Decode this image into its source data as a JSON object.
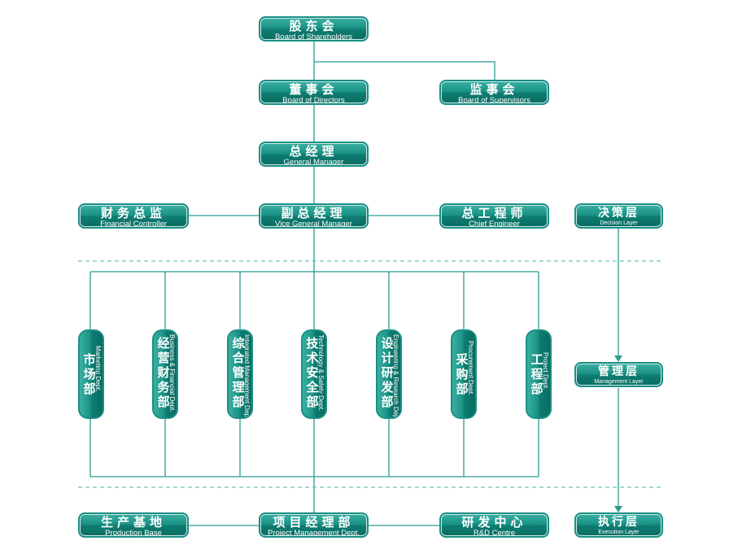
{
  "nodes": {
    "shareholders": {
      "cn": "股东会",
      "en": "Board of Shareholders"
    },
    "directors": {
      "cn": "董事会",
      "en": "Board of Directors"
    },
    "supervisors": {
      "cn": "监事会",
      "en": "Board of  Supervisors"
    },
    "gm": {
      "cn": "总经理",
      "en": "General Manager"
    },
    "fc": {
      "cn": "财务总监",
      "en": "Financial Controller"
    },
    "vgm": {
      "cn": "副总经理",
      "en": "Vice General Manager"
    },
    "ce": {
      "cn": "总工程师",
      "en": "Chief Engineer"
    },
    "production": {
      "cn": "生产基地",
      "en": "Production Base"
    },
    "pmd": {
      "cn": "项目经理部",
      "en": "Project Management Dept."
    },
    "rd": {
      "cn": "研发中心",
      "en": "R&D Centre"
    }
  },
  "layers": {
    "decision": {
      "cn": "决策层",
      "en": "Decision Layer"
    },
    "management": {
      "cn": "管理层",
      "en": "Management Layer"
    },
    "execution": {
      "cn": "执行层",
      "en": "Execution Layer"
    }
  },
  "departments": [
    {
      "cn": "市场部",
      "en": "Marketing Dept."
    },
    {
      "cn": "经营财务部",
      "en": "Business & Financial Dept."
    },
    {
      "cn": "综合管理部",
      "en": "Integrated Management Dept."
    },
    {
      "cn": "技术安全部",
      "en": "Technology & Safety Dept."
    },
    {
      "cn": "设计研发部",
      "en": "Engineering & Research Dept."
    },
    {
      "cn": "采购部",
      "en": "Procurement Dept."
    },
    {
      "cn": "工程部",
      "en": "Project Dept."
    }
  ]
}
